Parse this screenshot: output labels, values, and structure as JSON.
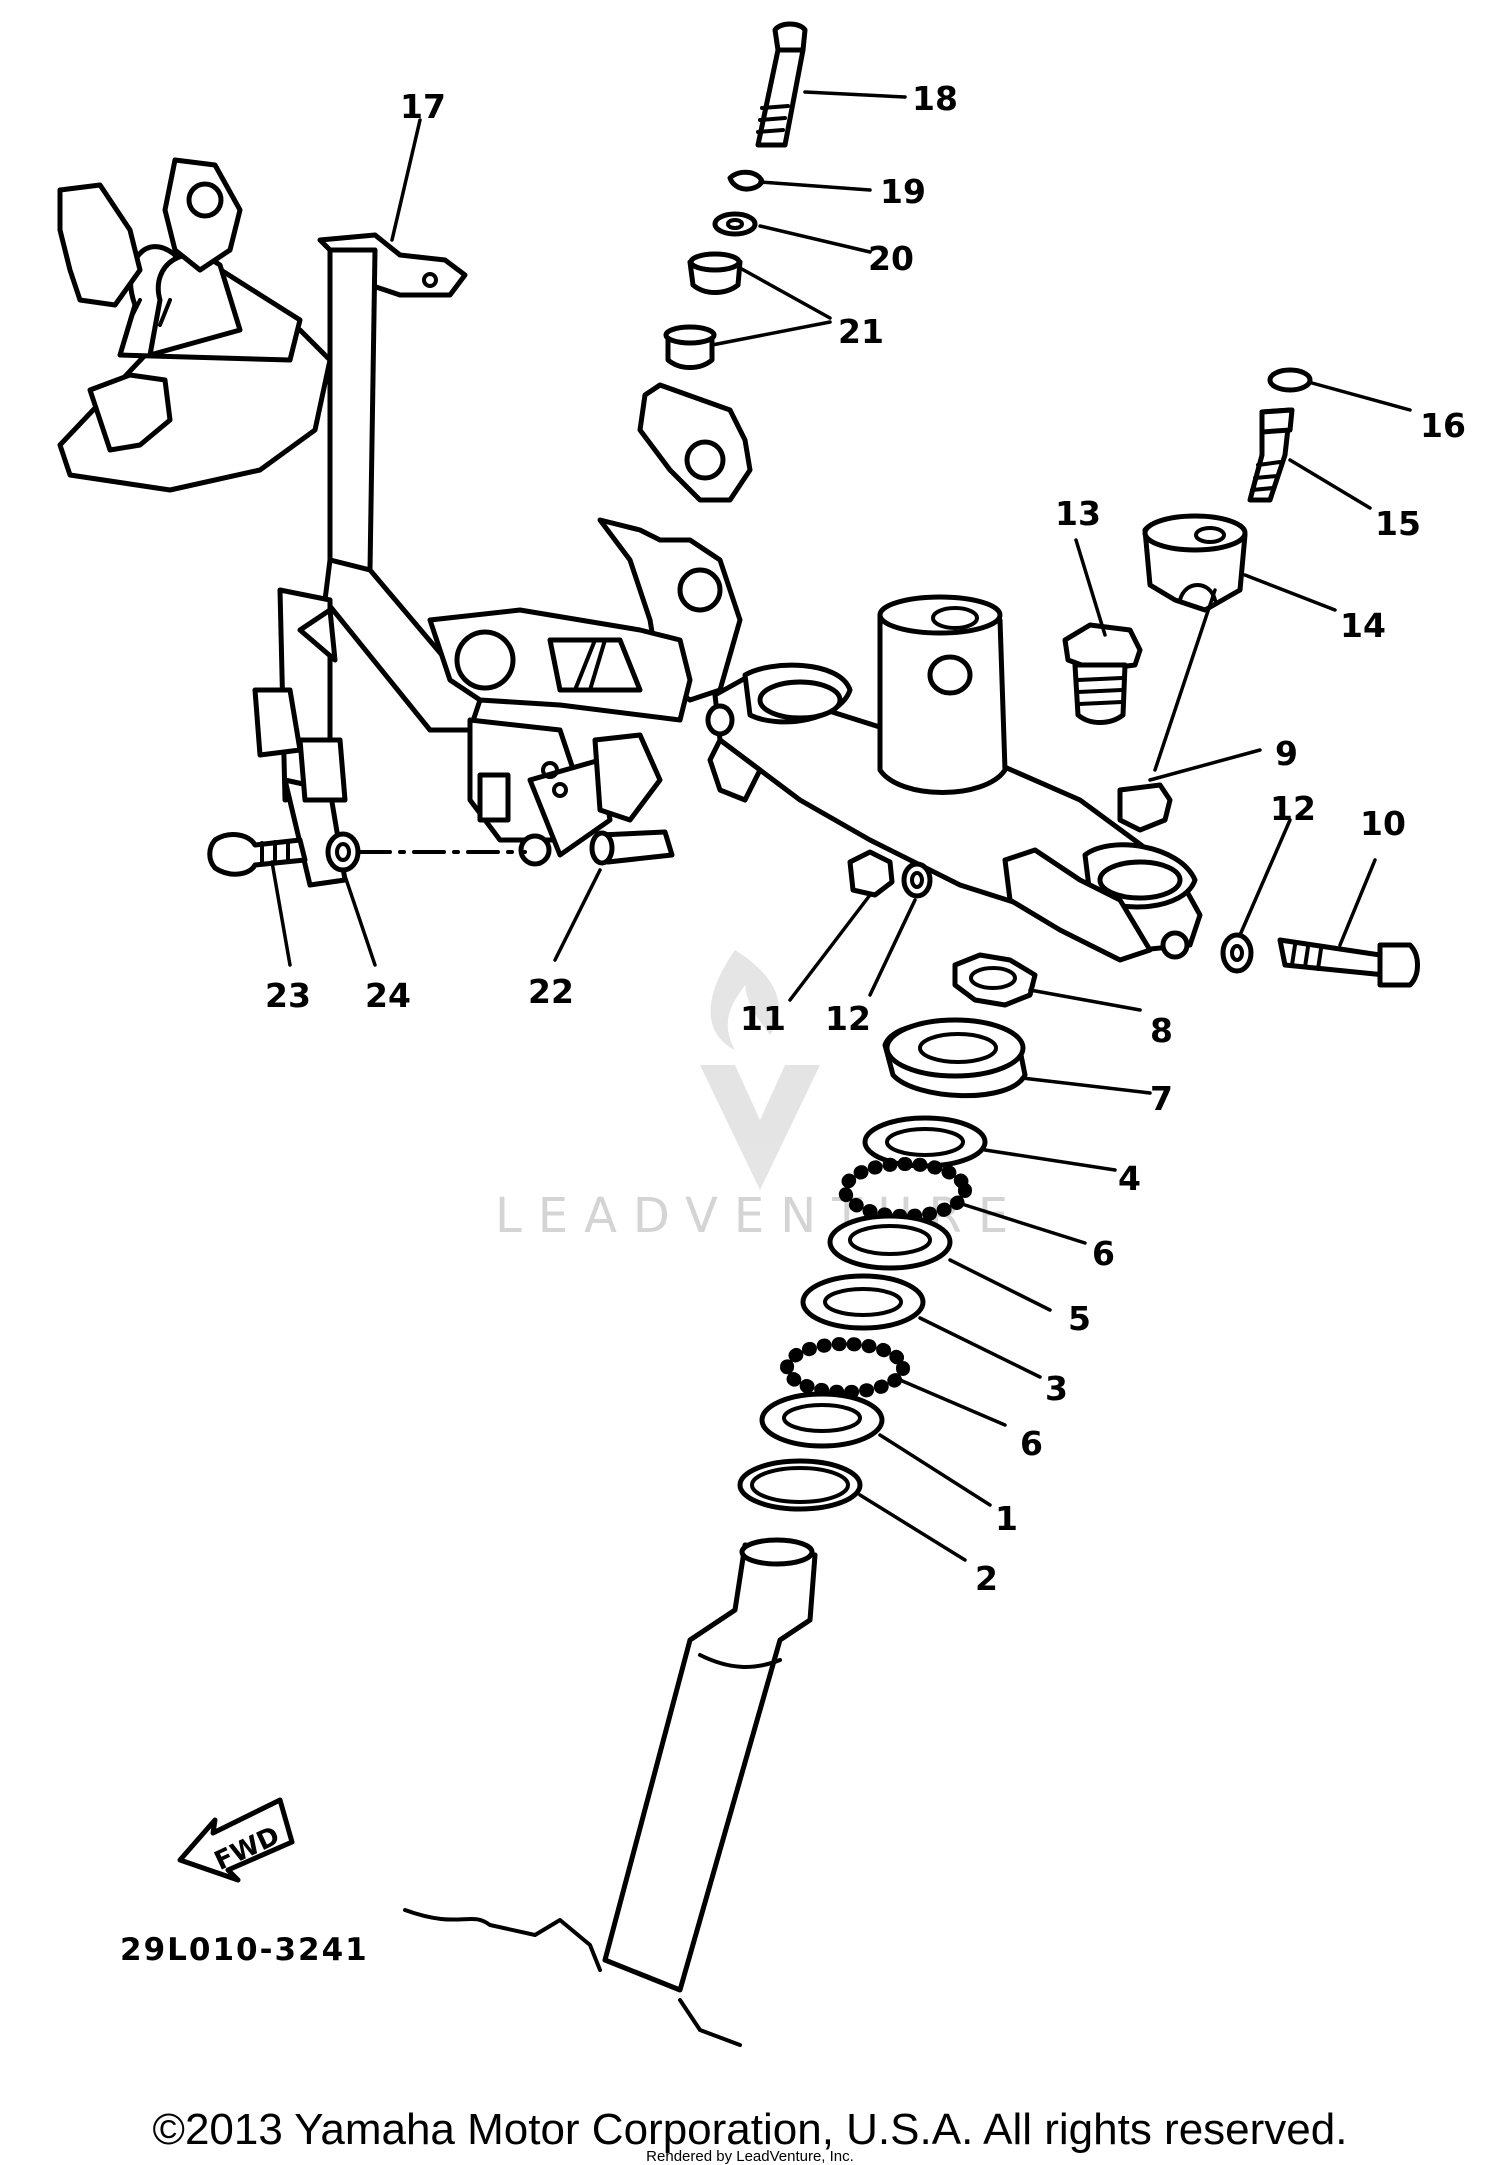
{
  "diagram": {
    "callouts": {
      "c1": "1",
      "c2": "2",
      "c3": "3",
      "c4": "4",
      "c5": "5",
      "c6a": "6",
      "c6b": "6",
      "c7": "7",
      "c8": "8",
      "c9": "9",
      "c10": "10",
      "c11": "11",
      "c12a": "12",
      "c12b": "12",
      "c13": "13",
      "c14": "14",
      "c15": "15",
      "c16": "16",
      "c17": "17",
      "c18": "18",
      "c19": "19",
      "c20": "20",
      "c21": "21",
      "c22": "22",
      "c23": "23",
      "c24": "24"
    },
    "fwd_arrow_label": "FWD",
    "diagram_code": "29L010-3241",
    "watermark": "LEADVENTURE"
  },
  "footer": {
    "copyright": "©2013 Yamaha Motor Corporation, U.S.A. All rights reserved.",
    "rendered_by": "Rendered by LeadVenture, Inc."
  }
}
